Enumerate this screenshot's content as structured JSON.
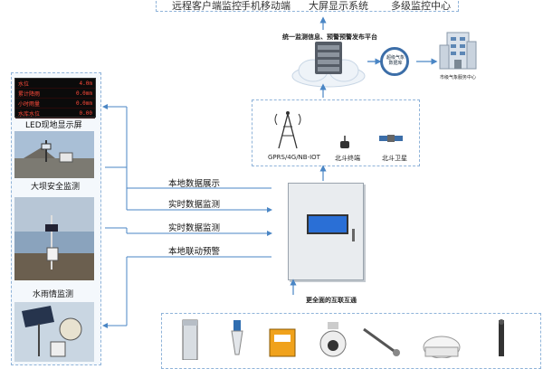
{
  "top_labels": [
    "远程客户端监控",
    "手机移动端",
    "大屏显示系统",
    "多级监控中心"
  ],
  "platform_label": "统一监测信息、预警预警发布平台",
  "cycle_icon_text": "超级气象数据库",
  "building_label": "市级气象服务中心",
  "comm": {
    "gprs_label": "GPRS/4G/NB-IOT",
    "beidou_terminal_label": "北斗终端",
    "beidou_satellite_label": "北斗卫星"
  },
  "photos": {
    "led_caption": "LED现地显示屏",
    "dam_caption": "大坝安全监测",
    "hydro_caption": "水雨情监测"
  },
  "led_rows": [
    {
      "name": "水位",
      "value": "4.0m"
    },
    {
      "name": "累计降雨",
      "value": "0.0mm"
    },
    {
      "name": "小时雨量",
      "value": "0.0mm"
    },
    {
      "name": "水库水位",
      "value": "0.00"
    }
  ],
  "flows": [
    "本地数据展示",
    "实时数据监测",
    "实时数据监测",
    "本地联动预警"
  ],
  "sensor_label": "更全面的互联互通",
  "colors": {
    "arrow": "#4a86c5",
    "dashed": "#8fb3d9",
    "cloud": "#eef3f8",
    "cabinet": "#e9ecef",
    "screen": "#2a6fd6"
  }
}
